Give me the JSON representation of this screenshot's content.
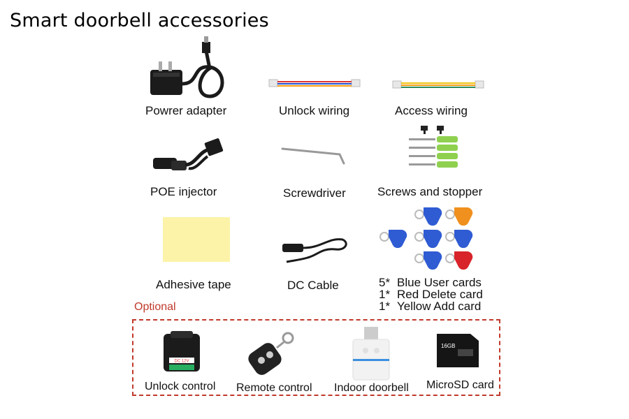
{
  "title": "Smart doorbell accessories",
  "items": [
    {
      "label": "Powrer adapter",
      "icon": "power-adapter-icon"
    },
    {
      "label": "Unlock wiring",
      "icon": "unlock-wiring-icon"
    },
    {
      "label": "Access wiring",
      "icon": "access-wiring-icon"
    },
    {
      "label": "POE injector",
      "icon": "poe-injector-icon"
    },
    {
      "label": "Screwdriver",
      "icon": "screwdriver-icon"
    },
    {
      "label": "Screws and stopper",
      "icon": "screws-icon"
    },
    {
      "label": "Adhesive tape",
      "icon": "adhesive-tape-icon"
    },
    {
      "label": "DC Cable",
      "icon": "dc-cable-icon"
    }
  ],
  "cards": [
    {
      "qty": "5*",
      "text": "Blue User cards"
    },
    {
      "qty": "1*",
      "text": "Red Delete card"
    },
    {
      "qty": "1*",
      "text": "Yellow Add card"
    }
  ],
  "optional": {
    "heading": "Optional",
    "items": [
      {
        "label": "Unlock control",
        "icon": "unlock-control-icon"
      },
      {
        "label": "Remote control",
        "icon": "remote-control-icon"
      },
      {
        "label": "Indoor doorbell",
        "icon": "indoor-doorbell-icon"
      },
      {
        "label": "MicroSD card",
        "icon": "microsd-card-icon"
      }
    ],
    "unlock_control_tag": "DC 12V",
    "sd_capacity": "16GB"
  },
  "colors": {
    "optional_red": "#c0392b",
    "tape_yellow": "#fdf3a8",
    "card_blue": "#2f5bd3",
    "card_red": "#d8232a",
    "card_orange": "#f0901e",
    "stopper_green": "#8fd14f"
  }
}
